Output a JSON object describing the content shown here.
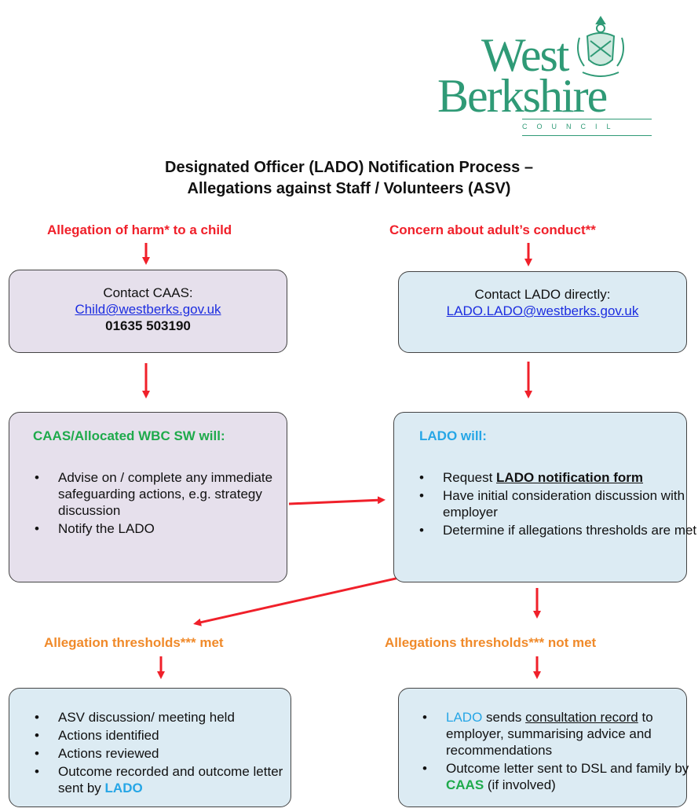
{
  "logo": {
    "line1": "West",
    "line2": "Berkshire",
    "line3": "COUNCIL"
  },
  "title": {
    "line1": "Designated Officer (LADO) Notification Process –",
    "line2": "Allegations against Staff / Volunteers (ASV)"
  },
  "left_start": "Allegation of harm* to a child",
  "right_start": "Concern about adult’s conduct**",
  "caas_box": {
    "line1": "Contact CAAS:",
    "email": "Child@westberks.gov.uk",
    "phone": "01635 503190"
  },
  "lado_box": {
    "line1": "Contact LADO directly:",
    "email": "LADO.LADO@westberks.gov.uk"
  },
  "caas_will": {
    "heading": "CAAS/Allocated WBC SW will:",
    "item1": "Advise on / complete any immediate safeguarding actions, e.g. strategy discussion",
    "item2": "Notify the LADO"
  },
  "lado_will": {
    "heading": "LADO will:",
    "item1_prefix": "Request ",
    "item1_link": "LADO notification form",
    "item2": "Have initial consideration discussion with employer",
    "item3": "Determine if allegations thresholds are met"
  },
  "met_label": "Allegation thresholds*** met",
  "not_met_label": "Allegations thresholds*** not met",
  "met_box": {
    "item1": "ASV discussion/ meeting held",
    "item2": "Actions identified",
    "item3": "Actions reviewed",
    "item4_prefix": "Outcome recorded and outcome letter sent by ",
    "item4_lado": "LADO"
  },
  "not_met_box": {
    "item1_lado": "LADO",
    "item1_mid": " sends ",
    "item1_link": "consultation record",
    "item1_suffix": " to employer, summarising advice and recommendations",
    "item2_prefix": "Outcome letter sent to DSL and family by ",
    "item2_caas": "CAAS",
    "item2_suffix": " (if involved)"
  },
  "colors": {
    "arrow": "#f0202a",
    "logo_green": "#2f9a76",
    "lilac_box": "#e6e0ec",
    "blue_box": "#dcebf3",
    "green_text": "#1eaa4b",
    "cyan_text": "#26a6e6",
    "orange_text": "#f08a2a"
  }
}
